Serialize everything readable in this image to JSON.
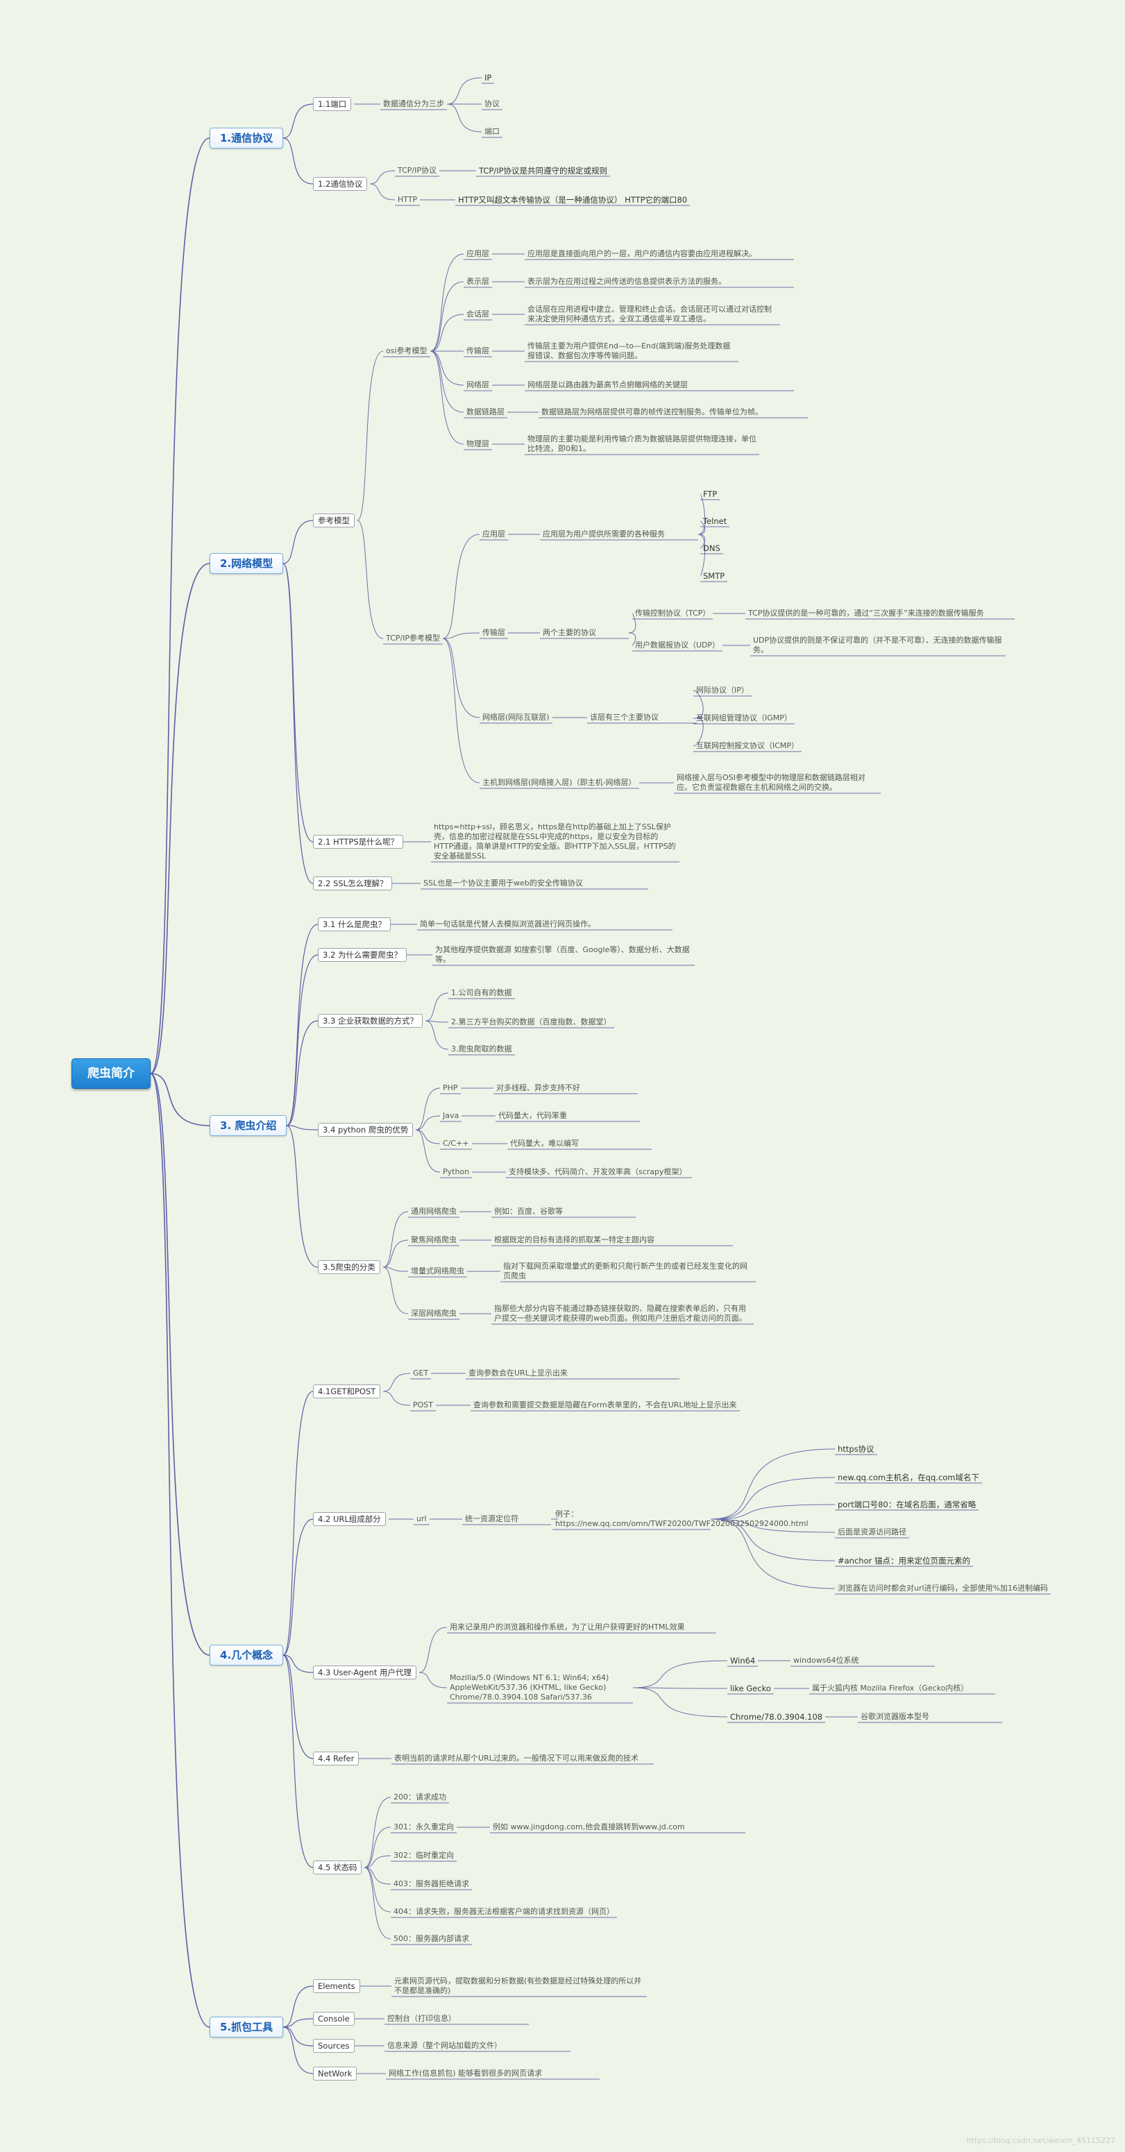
{
  "root": "爬虫简介",
  "branches": [
    {
      "id": "b1",
      "label": "1.通信协议",
      "children": [
        {
          "id": "b1s1",
          "label": "1.1端口",
          "items": [
            {
              "id": "b1s1a",
              "text": "数据通信分为三步",
              "items": [
                {
                  "id": "b1s1a1",
                  "text": "IP"
                },
                {
                  "id": "b1s1a2",
                  "text": "协议"
                },
                {
                  "id": "b1s1a3",
                  "text": "端口"
                }
              ]
            }
          ]
        },
        {
          "id": "b1s2",
          "label": "1.2通信协议",
          "items": [
            {
              "id": "b1s2a",
              "text": "TCP/IP协议",
              "items": [
                {
                  "id": "b1s2a1",
                  "text": "TCP/IP协议是共同遵守的规定或规则"
                }
              ]
            },
            {
              "id": "b1s2b",
              "text": "HTTP",
              "items": [
                {
                  "id": "b1s2b1",
                  "text": "HTTP又叫超文本传输协议（是一种通信协议） HTTP它的端口80"
                }
              ]
            }
          ]
        }
      ]
    },
    {
      "id": "b2",
      "label": "2.网络模型",
      "children": [
        {
          "id": "b2s1",
          "label": "参考模型",
          "items": [
            {
              "id": "b2s1a",
              "text": "osi参考模型",
              "items": [
                {
                  "id": "osi1",
                  "text": "应用层",
                  "desc": "应用层是直接面向用户的一层，用户的通信内容要由应用进程解决。"
                },
                {
                  "id": "osi2",
                  "text": "表示层",
                  "desc": "表示层为在应用过程之间传送的信息提供表示方法的服务。"
                },
                {
                  "id": "osi3",
                  "text": "会话层",
                  "desc": "会话层在应用进程中建立、管理和终止会话。会话层还可以通过对话控制来决定使用何种通信方式，全双工通信或半双工通信。"
                },
                {
                  "id": "osi4",
                  "text": "传输层",
                  "desc": "传输层主要为用户提供End—to—End(端到端)服务处理数据报错误、数据包次序等传输问题。"
                },
                {
                  "id": "osi5",
                  "text": "网络层",
                  "desc": "网络层是以路由器为最高节点俯瞰网络的关键层"
                },
                {
                  "id": "osi6",
                  "text": "数据链路层",
                  "desc": "数据链路层为网络层提供可靠的帧传送控制服务。传输单位为帧。"
                },
                {
                  "id": "osi7",
                  "text": "物理层",
                  "desc": "物理层的主要功能是利用传输介质为数据链路层提供物理连接，单位比特流，即0和1。"
                }
              ]
            },
            {
              "id": "b2s1b",
              "text": "TCP/IP参考模型",
              "items": [
                {
                  "id": "tcp1",
                  "text": "应用层",
                  "desc": "应用层为用户提供所需要的各种服务",
                  "items": [
                    {
                      "id": "tcp1a",
                      "text": "FTP"
                    },
                    {
                      "id": "tcp1b",
                      "text": "Telnet"
                    },
                    {
                      "id": "tcp1c",
                      "text": "DNS"
                    },
                    {
                      "id": "tcp1d",
                      "text": "SMTP"
                    }
                  ]
                },
                {
                  "id": "tcp2",
                  "text": "传输层",
                  "desc": "两个主要的协议",
                  "items": [
                    {
                      "id": "tcp2a",
                      "text": "传输控制协议（TCP）",
                      "desc": "TCP协议提供的是一种可靠的，通过“三次握手”来连接的数据传输服务"
                    },
                    {
                      "id": "tcp2b",
                      "text": "用户数据报协议（UDP）",
                      "desc": "UDP协议提供的则是不保证可靠的（并不是不可靠）、无连接的数据传输服务。"
                    }
                  ]
                },
                {
                  "id": "tcp3",
                  "text": "网络层(网际互联层)",
                  "desc": "该层有三个主要协议",
                  "items": [
                    {
                      "id": "tcp3a",
                      "text": "网际协议（IP）"
                    },
                    {
                      "id": "tcp3b",
                      "text": "互联网组管理协议（IGMP）"
                    },
                    {
                      "id": "tcp3c",
                      "text": "互联网控制报文协议（ICMP）"
                    }
                  ]
                },
                {
                  "id": "tcp4",
                  "text": "主机到网络层(网络接入层)（即主机-网络层）",
                  "desc": "网络接入层与OSI参考模型中的物理层和数据链路层相对应。它负责监视数据在主机和网络之间的交换。"
                }
              ]
            }
          ]
        },
        {
          "id": "b2s2",
          "label": "2.1 HTTPS是什么呢？",
          "desc": "https=http+ssl，顾名思义，https是在http的基础上加上了SSL保护壳，信息的加密过程就是在SSL中完成的https，是以安全为目标的HTTP通道，简单讲是HTTP的安全版。即HTTP下加入SSL层，HTTPS的安全基础是SSL"
        },
        {
          "id": "b2s3",
          "label": "2.2 SSL怎么理解？",
          "desc": "SSL也是一个协议主要用于web的安全传输协议"
        }
      ]
    },
    {
      "id": "b3",
      "label": "3. 爬虫介绍",
      "children": [
        {
          "id": "b3s1",
          "label": "3.1 什么是爬虫？",
          "desc": "简单一句话就是代替人去模拟浏览器进行网页操作。"
        },
        {
          "id": "b3s2",
          "label": "3.2 为什么需要爬虫？",
          "desc": "为其他程序提供数据源 如搜索引擎（百度、Google等）、数据分析、大数据等。"
        },
        {
          "id": "b3s3",
          "label": "3.3 企业获取数据的方式？",
          "items": [
            {
              "id": "b3s3a",
              "text": "1.公司自有的数据"
            },
            {
              "id": "b3s3b",
              "text": "2.第三方平台购买的数据（百度指数、数据堂）"
            },
            {
              "id": "b3s3c",
              "text": "3.爬虫爬取的数据"
            }
          ]
        },
        {
          "id": "b3s4",
          "label": "3.4 python 爬虫的优势",
          "items": [
            {
              "id": "b3s4a",
              "text": "PHP",
              "desc": "对多线程、异步支持不好"
            },
            {
              "id": "b3s4b",
              "text": "Java",
              "desc": "代码量大，代码笨重"
            },
            {
              "id": "b3s4c",
              "text": "C/C++",
              "desc": "代码量大，难以编写"
            },
            {
              "id": "b3s4d",
              "text": "Python",
              "desc": "支持模块多、代码简介、开发效率高（scrapy框架）"
            }
          ]
        },
        {
          "id": "b3s5",
          "label": "3.5爬虫的分类",
          "items": [
            {
              "id": "b3s5a",
              "text": "通用网络爬虫",
              "desc": "例如：百度、谷歌等"
            },
            {
              "id": "b3s5b",
              "text": "聚焦网络爬虫",
              "desc": "根据既定的目标有选择的抓取某一特定主题内容"
            },
            {
              "id": "b3s5c",
              "text": "增量式网络爬虫",
              "desc": "指对下载网页采取增量式的更新和只爬行新产生的或者已经发生变化的网页爬虫"
            },
            {
              "id": "b3s5d",
              "text": "深层网络爬虫",
              "desc": "指那些大部分内容不能通过静态链接获取的、隐藏在搜索表单后的，只有用户提交一些关键词才能获得的web页面。例如用户注册后才能访问的页面。"
            }
          ]
        }
      ]
    },
    {
      "id": "b4",
      "label": "4.几个概念",
      "children": [
        {
          "id": "b4s1",
          "label": "4.1GET和POST",
          "items": [
            {
              "id": "b4s1a",
              "text": "GET",
              "desc": "查询参数会在URL上显示出来"
            },
            {
              "id": "b4s1b",
              "text": "POST",
              "desc": "查询参数和需要提交数据是隐藏在Form表单里的，不会在URL地址上显示出来"
            }
          ]
        },
        {
          "id": "b4s2",
          "label": "4.2 URL组成部分",
          "items": [
            {
              "id": "b4s2a",
              "text": "url",
              "desc": "统一资源定位符",
              "items": [
                {
                  "id": "b4s2a1",
                  "text": "例子：https://new.qq.com/omn/TWF20200/TWF2020032502924000.html",
                  "items": [
                    {
                      "id": "u1",
                      "text": "https协议"
                    },
                    {
                      "id": "u2",
                      "text": "new.qq.com主机名，在qq.com域名下"
                    },
                    {
                      "id": "u3",
                      "text": "port端口号80：在域名后面，通常省略"
                    },
                    {
                      "id": "u4",
                      "text": "后面是资源访问路径"
                    },
                    {
                      "id": "u5",
                      "text": "#anchor 锚点：用来定位页面元素的"
                    },
                    {
                      "id": "u6",
                      "text": "浏览器在访问时都会对url进行编码，全部使用%加16进制编码"
                    }
                  ]
                }
              ]
            }
          ]
        },
        {
          "id": "b4s3",
          "label": "4.3 User-Agent 用户代理",
          "items": [
            {
              "id": "b4s3a",
              "text": "用来记录用户的浏览器和操作系统，为了让用户获得更好的HTML效果"
            },
            {
              "id": "b4s3b",
              "text": "Mozilla/5.0 (Windows NT 6.1; Win64; x64) AppleWebKit/537.36 (KHTML, like Gecko) Chrome/78.0.3904.108 Safari/537.36",
              "items": [
                {
                  "id": "ua1",
                  "text": "Win64",
                  "desc": "windows64位系统"
                },
                {
                  "id": "ua2",
                  "text": "like Gecko",
                  "desc": "属于火狐内核 Mozilla Firefox（Gecko内核）"
                },
                {
                  "id": "ua3",
                  "text": "Chrome/78.0.3904.108",
                  "desc": "谷歌浏览器版本型号"
                }
              ]
            }
          ]
        },
        {
          "id": "b4s4",
          "label": "4.4 Refer",
          "desc": "表明当前的请求时从那个URL过来的。一般情况下可以用来做反爬的技术"
        },
        {
          "id": "b4s5",
          "label": "4.5 状态码",
          "items": [
            {
              "id": "sc1",
              "text": "200：请求成功"
            },
            {
              "id": "sc2",
              "text": "301：永久重定向",
              "desc": "例如 www.jingdong.com,他会直接跳转到www.jd.com"
            },
            {
              "id": "sc3",
              "text": "302：临时重定向"
            },
            {
              "id": "sc4",
              "text": "403：服务器拒绝请求"
            },
            {
              "id": "sc5",
              "text": "404：请求失败，服务器无法根据客户端的请求找到资源（网页）"
            },
            {
              "id": "sc6",
              "text": "500：服务器内部请求"
            }
          ]
        }
      ]
    },
    {
      "id": "b5",
      "label": "5.抓包工具",
      "children": [
        {
          "id": "b5s1",
          "label": "Elements",
          "desc": "元素网页源代码，提取数据和分析数据(有些数据是经过特殊处理的所以并不是都是准确的)"
        },
        {
          "id": "b5s2",
          "label": "Console",
          "desc": "控制台（打印信息）"
        },
        {
          "id": "b5s3",
          "label": "Sources",
          "desc": "信息来源（整个网站加载的文件）"
        },
        {
          "id": "b5s4",
          "label": "NetWork",
          "desc": "网络工作(信息抓包) 能够看到很多的网页请求"
        }
      ]
    }
  ],
  "watermark": "https://blog.csdn.net/weixin_45115227",
  "colors": {
    "background": "#eef5e8",
    "root_fill": "#2b8fdc",
    "branch_text": "#1a5fb4",
    "branch_border": "#7aaee0",
    "edge_main": "#5b5ea6",
    "edge_sub": "#6a6fa8"
  }
}
